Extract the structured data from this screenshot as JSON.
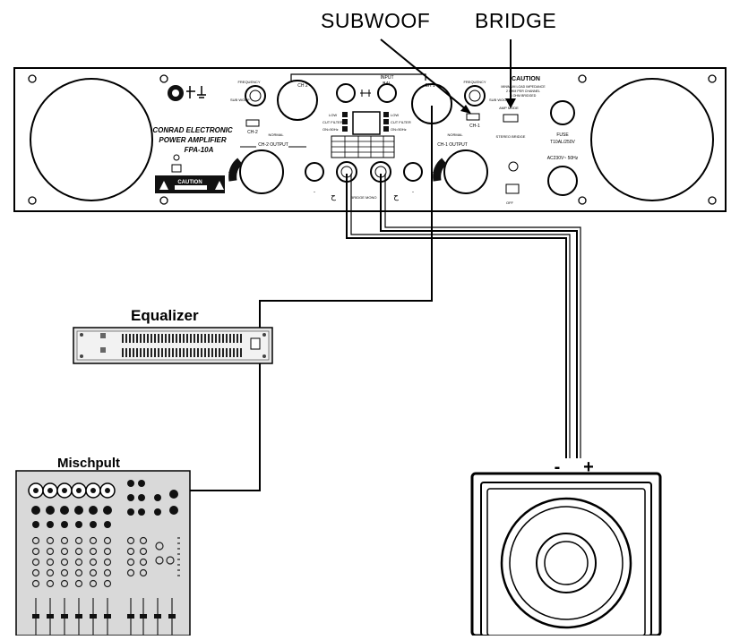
{
  "callouts": {
    "subwoof": "SUBWOOF",
    "bridge": "BRIDGE"
  },
  "devices": {
    "equalizer": "Equalizer",
    "mixer": "Mischpult"
  },
  "amplifier": {
    "brand_line1": "CONRAD ELECTRONIC",
    "brand_line2": "POWER AMPLIFIER",
    "model": "FPA-10A",
    "input_label": "INPUT",
    "bal_label": "BAL",
    "ch2_label": "CH 2",
    "ch1_label": "CH 1",
    "ch2_output": "CH-2 OUTPUT",
    "ch1_output": "CH-1 OUTPUT",
    "frequency": "FREQUENCY",
    "sub_woof": "SUB WOOF",
    "normal": "NORMAL",
    "ch_2": "CH-2",
    "ch_1": "CH-1",
    "caution_title": "CAUTION",
    "caution_text": "MINIMUM LOAD IMPEDANCE 2 OHM PER CHANNEL 4 OHM BRIDGED",
    "amp_mode": "AMP MODE",
    "stereo_bridge": "STEREO BRIDGE",
    "fuse": "FUSE",
    "fuse_rating": "T10AL/250V",
    "mains": "AC230V~ 50Hz",
    "bridge_mono": "BRIDGE MONO",
    "caution_box": "CAUTION"
  },
  "speaker": {
    "minus": "-",
    "plus": "+"
  }
}
